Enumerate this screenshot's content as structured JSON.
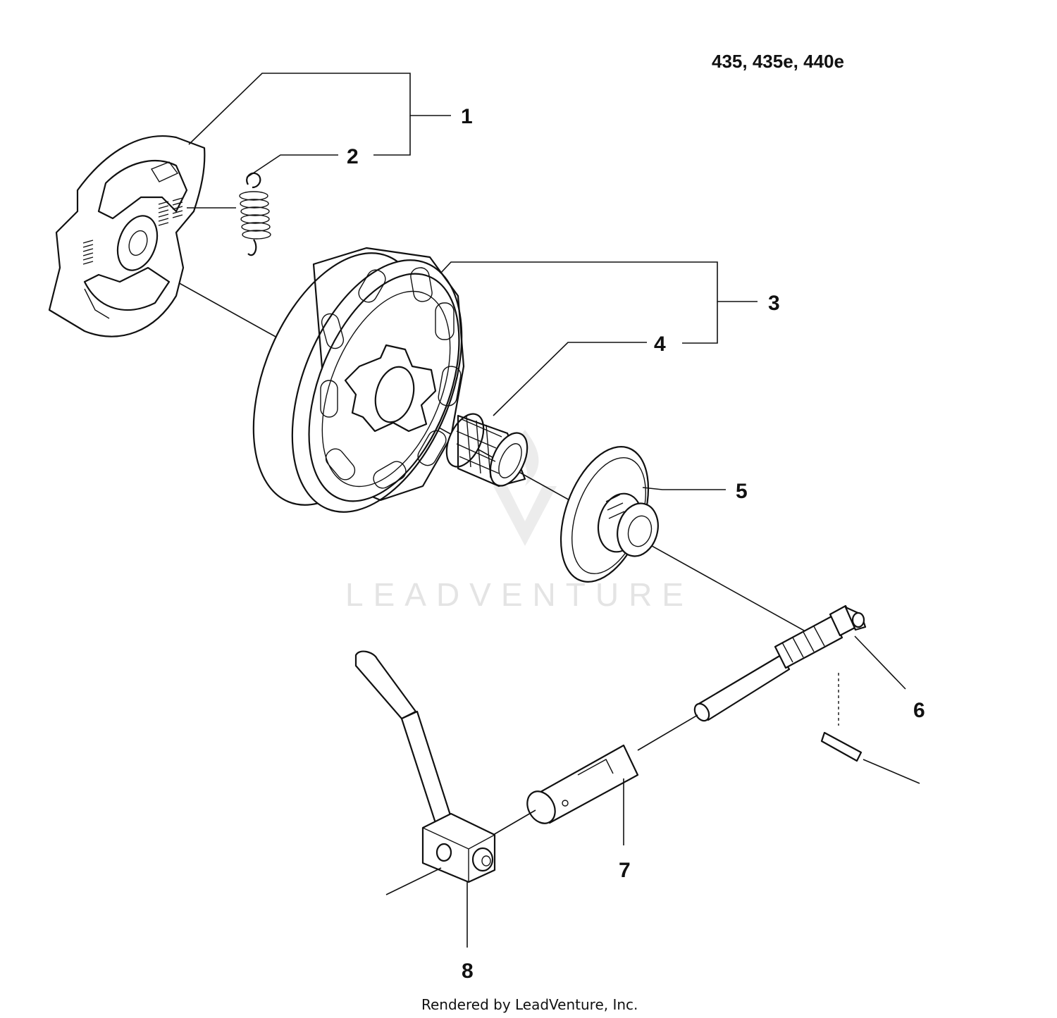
{
  "title": "435, 435e, 440e",
  "watermark": "LEADVENTURE",
  "footer": "Rendered by LeadVenture, Inc.",
  "callouts": [
    {
      "number": "1",
      "part": "clutch-assembly"
    },
    {
      "number": "2",
      "part": "clutch-spring"
    },
    {
      "number": "3",
      "part": "clutch-drum-assembly"
    },
    {
      "number": "4",
      "part": "needle-bearing"
    },
    {
      "number": "5",
      "part": "oil-pump-drive-gear"
    },
    {
      "number": "6",
      "part": "pump-drive-shaft"
    },
    {
      "number": "7",
      "part": "sleeve"
    },
    {
      "number": "8",
      "part": "adjuster-lever"
    }
  ]
}
